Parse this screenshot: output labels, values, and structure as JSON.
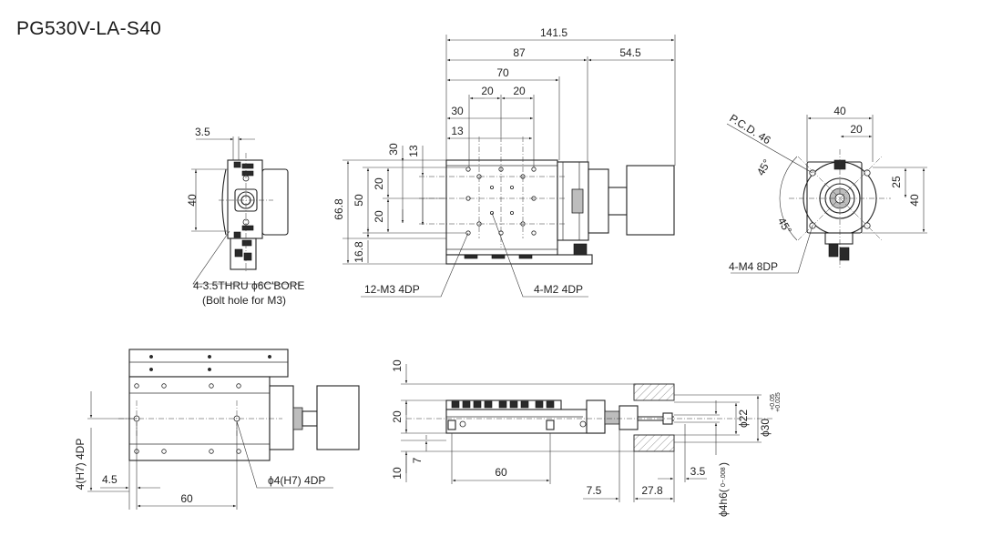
{
  "title": "PG530V-LA-S40",
  "side_view": {
    "dims": {
      "d_3_5": "3.5",
      "d_40": "40"
    },
    "callout": {
      "line1": "4-3.5THRU ϕ6C'BORE",
      "line2": "(Bolt hole for M3)"
    }
  },
  "top_view": {
    "dims": {
      "d_141_5": "141.5",
      "d_87": "87",
      "d_54_5": "54.5",
      "d_70": "70",
      "d_20a": "20",
      "d_20b": "20",
      "d_30": "30",
      "d_13": "13",
      "d_66_8": "66.8",
      "d_50": "50",
      "d_20c": "20",
      "d_20d": "20",
      "d_30v": "30",
      "d_13v": "13",
      "d_16_8": "16.8"
    },
    "callouts": {
      "m3": "12-M3 4DP",
      "m2": "4-M2 4DP"
    }
  },
  "end_view": {
    "dims": {
      "d_40a": "40",
      "d_20": "20",
      "d_25": "25",
      "d_40b": "40",
      "pcd": "P.C.D. 46",
      "ang1": "45°",
      "ang2": "45°"
    },
    "callout": "4-M4 8DP"
  },
  "bottom_view": {
    "dims": {
      "d_4h7": "4(H7) 4DP",
      "d_4_5": "4.5",
      "d_60": "60"
    },
    "callout": "ϕ4(H7) 4DP"
  },
  "front_view": {
    "dims": {
      "d_10a": "10",
      "d_20": "20",
      "d_7": "7",
      "d_10b": "10",
      "d_60": "60",
      "d_7_5": "7.5",
      "d_27_8": "27.8",
      "d_3_5": "3.5",
      "phi22": "ϕ22",
      "phi30": "ϕ30",
      "phi30_tol_top": "+0.05",
      "phi30_tol_bot": "+0.025",
      "phi4h6": "ϕ4h6(",
      "phi4h6_tol": "0−.008",
      "phi4h6_close": ")"
    }
  }
}
